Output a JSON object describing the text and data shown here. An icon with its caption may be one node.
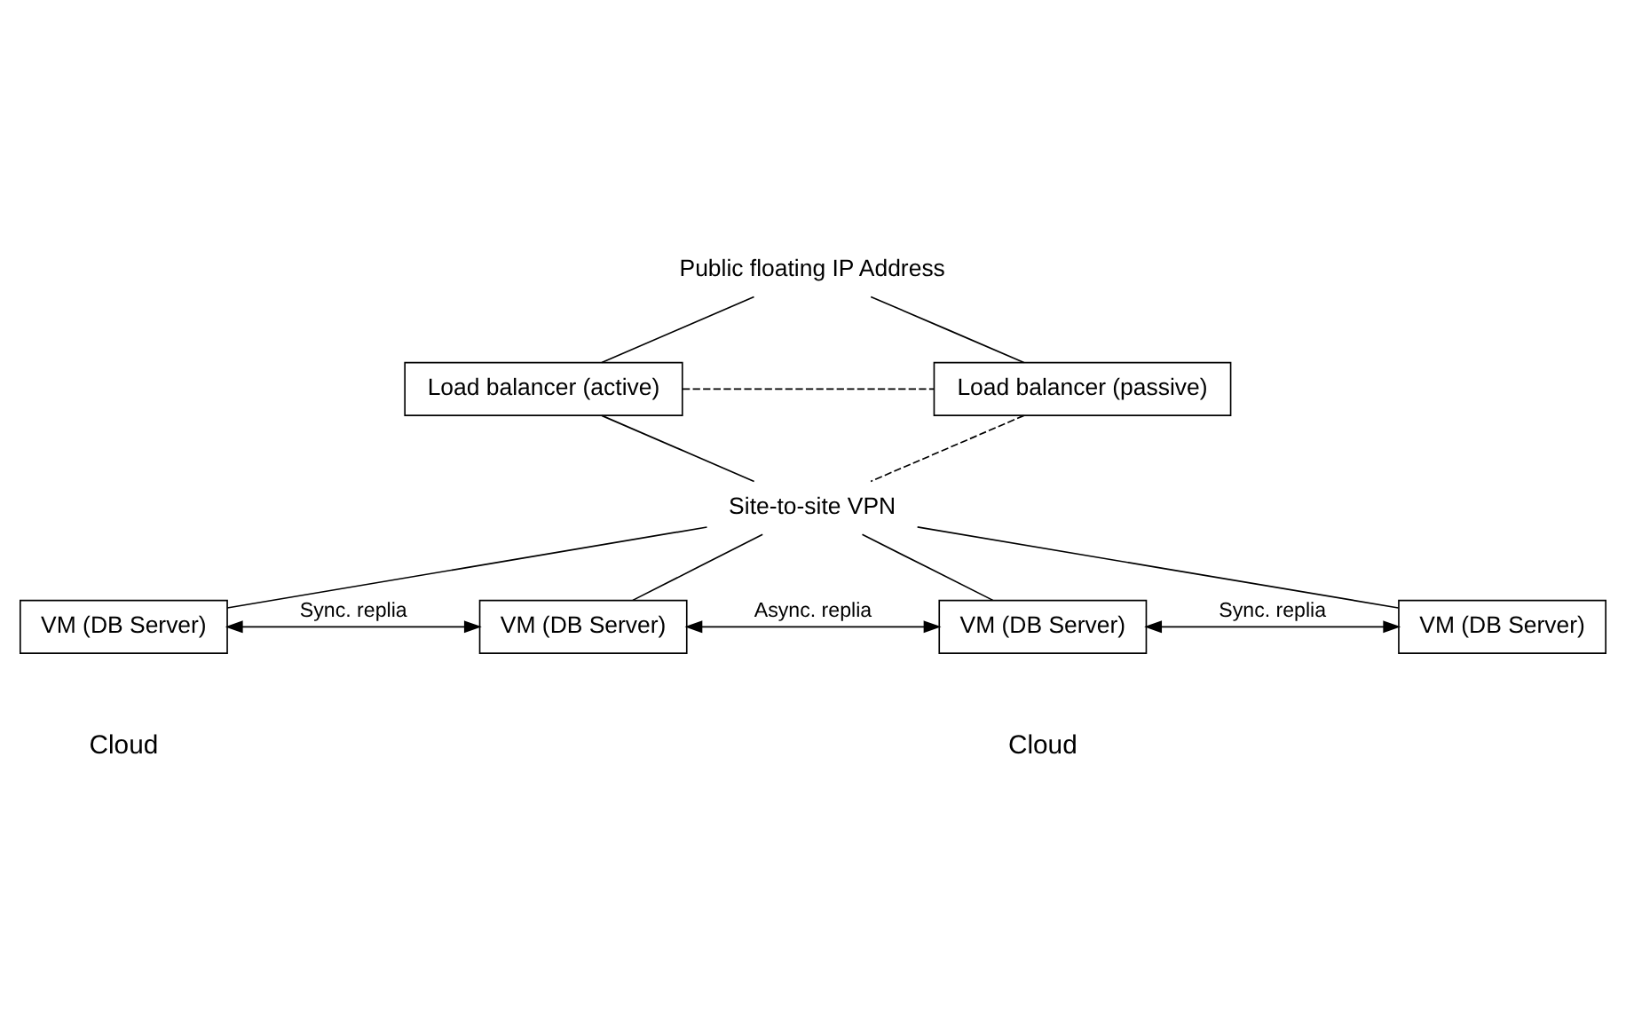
{
  "diagram": {
    "nodes": [
      {
        "text": [
          "Public floating IP Address"
        ]
      },
      {
        "text": [
          "Load balancer (active)"
        ]
      },
      {
        "text": [
          "Load balancer (passive)"
        ]
      },
      {
        "text": [
          "Site-to-site VPN"
        ]
      },
      {
        "text": [
          "VM (DB Server)"
        ]
      },
      {
        "text": [
          "VM (DB Server)"
        ]
      },
      {
        "text": [
          "VM (DB Server)"
        ]
      },
      {
        "text": [
          "VM (DB Server)"
        ]
      }
    ],
    "edges": [
      {
        "from": 0,
        "to": 1,
        "arrow": "none"
      },
      {
        "from": 0,
        "to": 2,
        "arrow": "none"
      },
      {
        "from": 1,
        "to": 2,
        "arrow": "none",
        "style": "dashed"
      },
      {
        "from": 1,
        "to": 3,
        "arrow": "none"
      },
      {
        "from": 2,
        "to": 3,
        "arrow": "none",
        "style": "dashed"
      },
      {
        "from": 3,
        "to": 4,
        "arrow": "none"
      },
      {
        "from": 3,
        "to": 5,
        "arrow": "none"
      },
      {
        "from": 3,
        "to": 6,
        "arrow": "none"
      },
      {
        "from": 3,
        "to": 7,
        "arrow": "none"
      },
      {
        "from": 4,
        "to": 5,
        "arrow": "both",
        "label": "Sync. replia"
      },
      {
        "from": 5,
        "to": 6,
        "arrow": "both",
        "label": "Async. replia"
      },
      {
        "from": 6,
        "to": 7,
        "arrow": "both",
        "label": "Sync. replia"
      }
    ],
    "labels": [
      "Cloud",
      "Cloud"
    ]
  }
}
